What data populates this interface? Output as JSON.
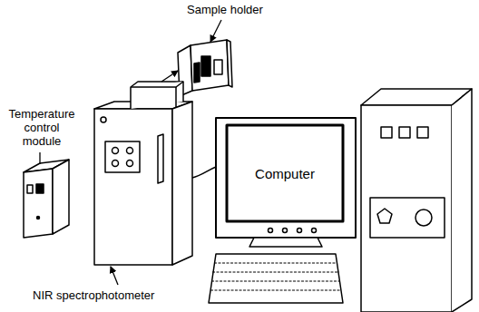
{
  "diagram": {
    "nodes": [
      {
        "text": [
          "Computer"
        ]
      }
    ],
    "labels": [
      "Sample holder",
      "Temperature control module",
      "NIR spectrophotometer"
    ]
  }
}
